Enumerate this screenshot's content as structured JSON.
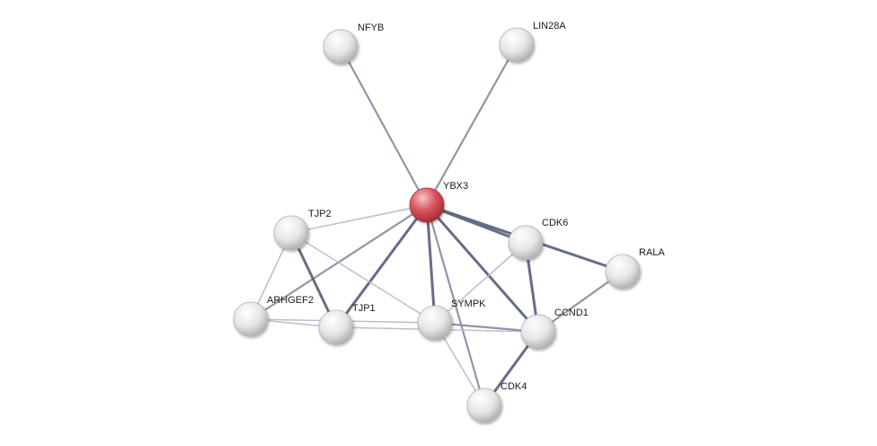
{
  "colors": {
    "query_node": "#d9535c",
    "other_node": "#e6e6e6",
    "edge_strong": "#5e6580",
    "edge_medium": "#8a8fa3",
    "edge_weak": "#b8bac6"
  },
  "nodes": [
    {
      "id": "YBX3",
      "label": "YBX3",
      "query": true
    },
    {
      "id": "NFYB",
      "label": "NFYB",
      "query": false
    },
    {
      "id": "LIN28A",
      "label": "LIN28A",
      "query": false
    },
    {
      "id": "TJP2",
      "label": "TJP2",
      "query": false
    },
    {
      "id": "CDK6",
      "label": "CDK6",
      "query": false
    },
    {
      "id": "RALA",
      "label": "RALA",
      "query": false
    },
    {
      "id": "ARHGEF2",
      "label": "ARHGEF2",
      "query": false
    },
    {
      "id": "TJP1",
      "label": "TJP1",
      "query": false
    },
    {
      "id": "SYMPK",
      "label": "SYMPK",
      "query": false
    },
    {
      "id": "CCND1",
      "label": "CCND1",
      "query": false
    },
    {
      "id": "CDK4",
      "label": "CDK4",
      "query": false
    }
  ],
  "edges": [
    {
      "source": "YBX3",
      "target": "NFYB",
      "strength": "medium"
    },
    {
      "source": "YBX3",
      "target": "LIN28A",
      "strength": "medium"
    },
    {
      "source": "YBX3",
      "target": "TJP2",
      "strength": "weak"
    },
    {
      "source": "YBX3",
      "target": "ARHGEF2",
      "strength": "medium"
    },
    {
      "source": "YBX3",
      "target": "TJP1",
      "strength": "strong"
    },
    {
      "source": "YBX3",
      "target": "SYMPK",
      "strength": "strong"
    },
    {
      "source": "YBX3",
      "target": "CDK6",
      "strength": "strong"
    },
    {
      "source": "YBX3",
      "target": "RALA",
      "strength": "strong"
    },
    {
      "source": "YBX3",
      "target": "CCND1",
      "strength": "strong"
    },
    {
      "source": "YBX3",
      "target": "CDK4",
      "strength": "medium"
    },
    {
      "source": "TJP2",
      "target": "TJP1",
      "strength": "strong"
    },
    {
      "source": "TJP2",
      "target": "ARHGEF2",
      "strength": "weak"
    },
    {
      "source": "TJP2",
      "target": "SYMPK",
      "strength": "weak"
    },
    {
      "source": "ARHGEF2",
      "target": "TJP1",
      "strength": "weak"
    },
    {
      "source": "ARHGEF2",
      "target": "SYMPK",
      "strength": "weak"
    },
    {
      "source": "TJP1",
      "target": "CCND1",
      "strength": "weak"
    },
    {
      "source": "SYMPK",
      "target": "CCND1",
      "strength": "medium"
    },
    {
      "source": "SYMPK",
      "target": "CDK6",
      "strength": "weak"
    },
    {
      "source": "SYMPK",
      "target": "CDK4",
      "strength": "weak"
    },
    {
      "source": "CDK6",
      "target": "CCND1",
      "strength": "strong"
    },
    {
      "source": "CCND1",
      "target": "RALA",
      "strength": "medium"
    },
    {
      "source": "CCND1",
      "target": "CDK4",
      "strength": "strong"
    }
  ]
}
